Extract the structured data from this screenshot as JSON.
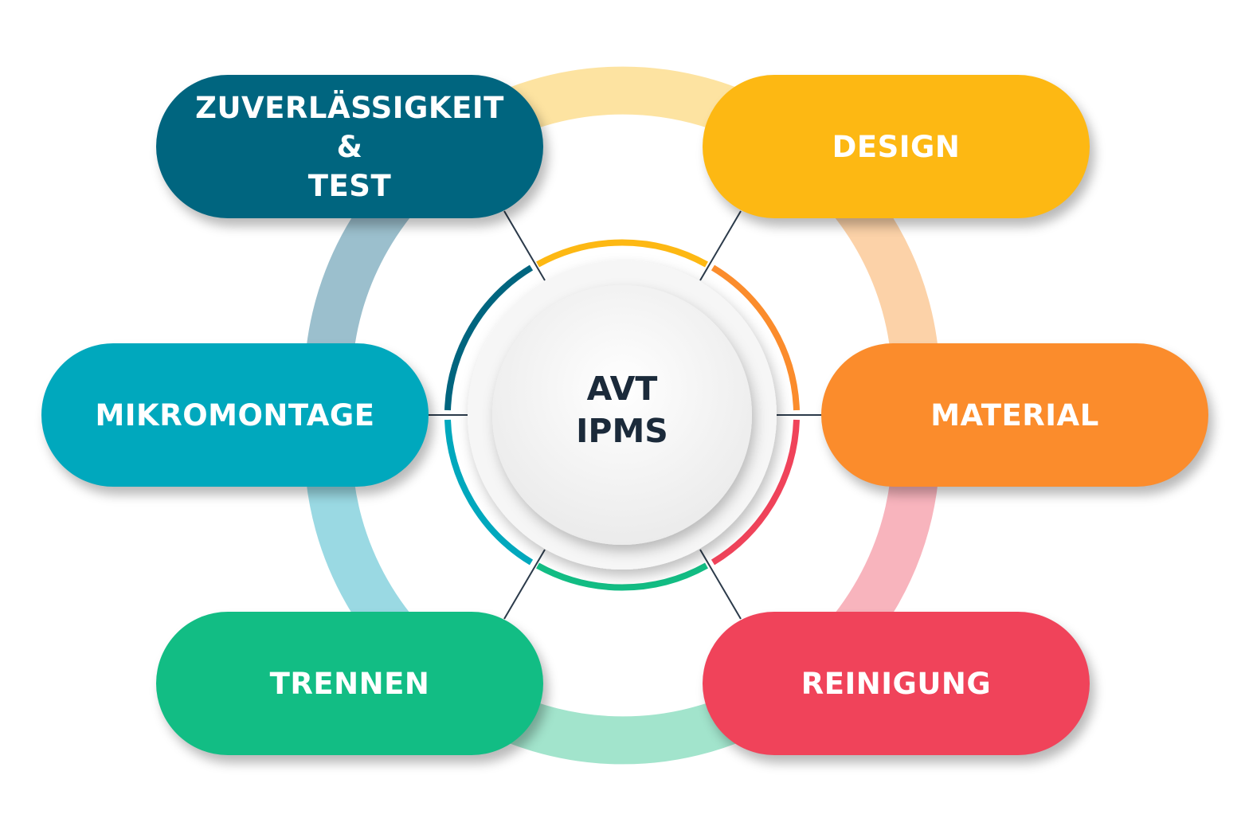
{
  "hub": {
    "line1": "AVT",
    "line2": "IPMS"
  },
  "nodes": [
    {
      "id": "zuverlaessigkeit",
      "line1": "ZUVERLÄSSIGKEIT &",
      "line2": "TEST",
      "color": "#00657f"
    },
    {
      "id": "design",
      "line1": "DESIGN",
      "line2": "",
      "color": "#fdb813"
    },
    {
      "id": "material",
      "line1": "MATERIAL",
      "line2": "",
      "color": "#fb8c2c"
    },
    {
      "id": "reinigung",
      "line1": "REINIGUNG",
      "line2": "",
      "color": "#f0435a"
    },
    {
      "id": "trennen",
      "line1": "TRENNEN",
      "line2": "",
      "color": "#12bd84"
    },
    {
      "id": "mikromontage",
      "line1": "MIKROMONTAGE",
      "line2": "",
      "color": "#00a8bd"
    }
  ],
  "ring_colors": {
    "top": "#fde3a1",
    "upper_right": "#fcd2a8",
    "lower_right": "#f8b4bd",
    "bottom": "#a2e4cc",
    "lower_left": "#9ad9e3",
    "upper_left": "#9bbfcd"
  }
}
